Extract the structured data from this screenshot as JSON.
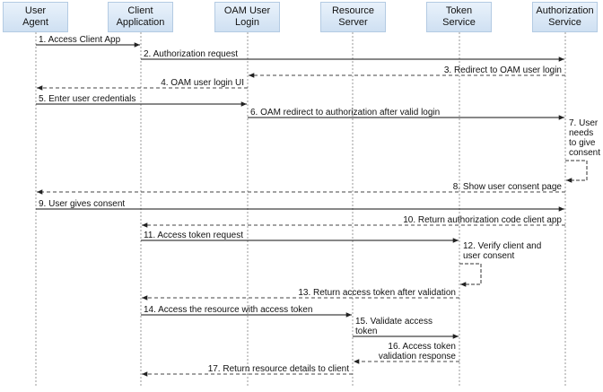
{
  "participants": [
    {
      "id": "user_agent",
      "label": "User\nAgent"
    },
    {
      "id": "client_app",
      "label": "Client\nApplication"
    },
    {
      "id": "oam_login",
      "label": "OAM User\nLogin"
    },
    {
      "id": "resource_server",
      "label": "Resource\nServer"
    },
    {
      "id": "token_service",
      "label": "Token\nService"
    },
    {
      "id": "auth_service",
      "label": "Authorization\nService"
    }
  ],
  "messages": [
    {
      "from": "user_agent",
      "to": "client_app",
      "type": "sync",
      "lines": [
        "1. Access Client App"
      ]
    },
    {
      "from": "client_app",
      "to": "auth_service",
      "type": "sync",
      "lines": [
        "2. Authorization request"
      ]
    },
    {
      "from": "auth_service",
      "to": "oam_login",
      "type": "return",
      "lines": [
        "3. Redirect to OAM user login"
      ]
    },
    {
      "from": "oam_login",
      "to": "user_agent",
      "type": "return",
      "lines": [
        "4. OAM user login UI"
      ]
    },
    {
      "from": "user_agent",
      "to": "oam_login",
      "type": "sync",
      "lines": [
        "5. Enter user credentials"
      ]
    },
    {
      "from": "oam_login",
      "to": "auth_service",
      "type": "sync",
      "lines": [
        "6. OAM redirect to authorization after valid login"
      ]
    },
    {
      "from": "auth_service",
      "to": "auth_service",
      "type": "self",
      "lines": [
        "7. User",
        "needs",
        "to give",
        "consent"
      ]
    },
    {
      "from": "auth_service",
      "to": "user_agent",
      "type": "return",
      "lines": [
        "8. Show user consent page"
      ]
    },
    {
      "from": "user_agent",
      "to": "auth_service",
      "type": "sync",
      "lines": [
        "9. User gives consent"
      ]
    },
    {
      "from": "auth_service",
      "to": "client_app",
      "type": "return",
      "lines": [
        "10. Return authorization code client app"
      ]
    },
    {
      "from": "client_app",
      "to": "token_service",
      "type": "sync",
      "lines": [
        "11. Access token request"
      ]
    },
    {
      "from": "token_service",
      "to": "token_service",
      "type": "self",
      "lines": [
        "12. Verify client and",
        "user consent"
      ]
    },
    {
      "from": "token_service",
      "to": "client_app",
      "type": "return",
      "lines": [
        "13. Return access token after validation"
      ]
    },
    {
      "from": "client_app",
      "to": "resource_server",
      "type": "sync",
      "lines": [
        "14. Access the resource with access token"
      ]
    },
    {
      "from": "resource_server",
      "to": "token_service",
      "type": "sync",
      "lines": [
        "15. Validate access",
        "token"
      ]
    },
    {
      "from": "token_service",
      "to": "resource_server",
      "type": "return",
      "lines": [
        "16. Access token",
        "validation response"
      ]
    },
    {
      "from": "resource_server",
      "to": "client_app",
      "type": "return",
      "lines": [
        "17. Return resource details to client"
      ]
    }
  ]
}
